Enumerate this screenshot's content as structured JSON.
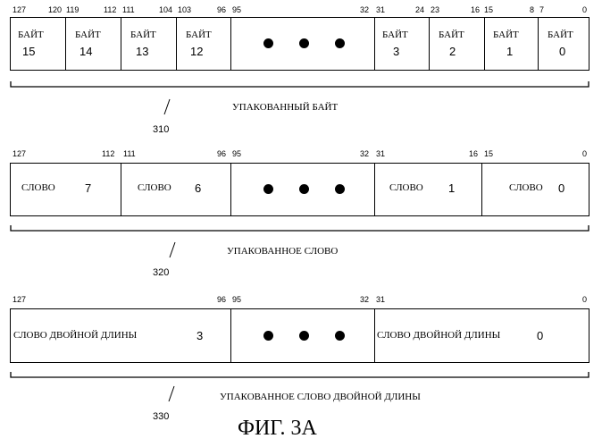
{
  "figure_label": "ФИГ. 3А",
  "packed_byte": {
    "caption": "УПАКОВАННЫЙ БАЙТ",
    "ref": "310",
    "bit_labels": [
      "127",
      "120",
      "119",
      "112",
      "111",
      "104",
      "103",
      "96",
      "95",
      "32",
      "31",
      "24",
      "23",
      "16",
      "15",
      "8",
      "7",
      "0"
    ],
    "cells": [
      {
        "word": "БАЙТ",
        "num": "15"
      },
      {
        "word": "БАЙТ",
        "num": "14"
      },
      {
        "word": "БАЙТ",
        "num": "13"
      },
      {
        "word": "БАЙТ",
        "num": "12"
      },
      {
        "word": "",
        "num": ""
      },
      {
        "word": "БАЙТ",
        "num": "3"
      },
      {
        "word": "БАЙТ",
        "num": "2"
      },
      {
        "word": "БАЙТ",
        "num": "1"
      },
      {
        "word": "БАЙТ",
        "num": "0"
      }
    ]
  },
  "packed_word": {
    "caption": "УПАКОВАННОЕ СЛОВО",
    "ref": "320",
    "bit_labels": [
      "127",
      "112",
      "111",
      "96",
      "95",
      "32",
      "31",
      "16",
      "15",
      "0"
    ],
    "cells": [
      {
        "word": "СЛОВО",
        "num": "7"
      },
      {
        "word": "СЛОВО",
        "num": "6"
      },
      {
        "word": "",
        "num": ""
      },
      {
        "word": "СЛОВО",
        "num": "1"
      },
      {
        "word": "СЛОВО",
        "num": "0"
      }
    ]
  },
  "packed_dword": {
    "caption": "УПАКОВАННОЕ СЛОВО ДВОЙНОЙ ДЛИНЫ",
    "ref": "330",
    "bit_labels": [
      "127",
      "96",
      "95",
      "32",
      "31",
      "0"
    ],
    "cells": [
      {
        "word": "СЛОВО ДВОЙНОЙ ДЛИНЫ",
        "num": "3"
      },
      {
        "word": "",
        "num": ""
      },
      {
        "word": "СЛОВО ДВОЙНОЙ ДЛИНЫ",
        "num": "0"
      }
    ]
  }
}
